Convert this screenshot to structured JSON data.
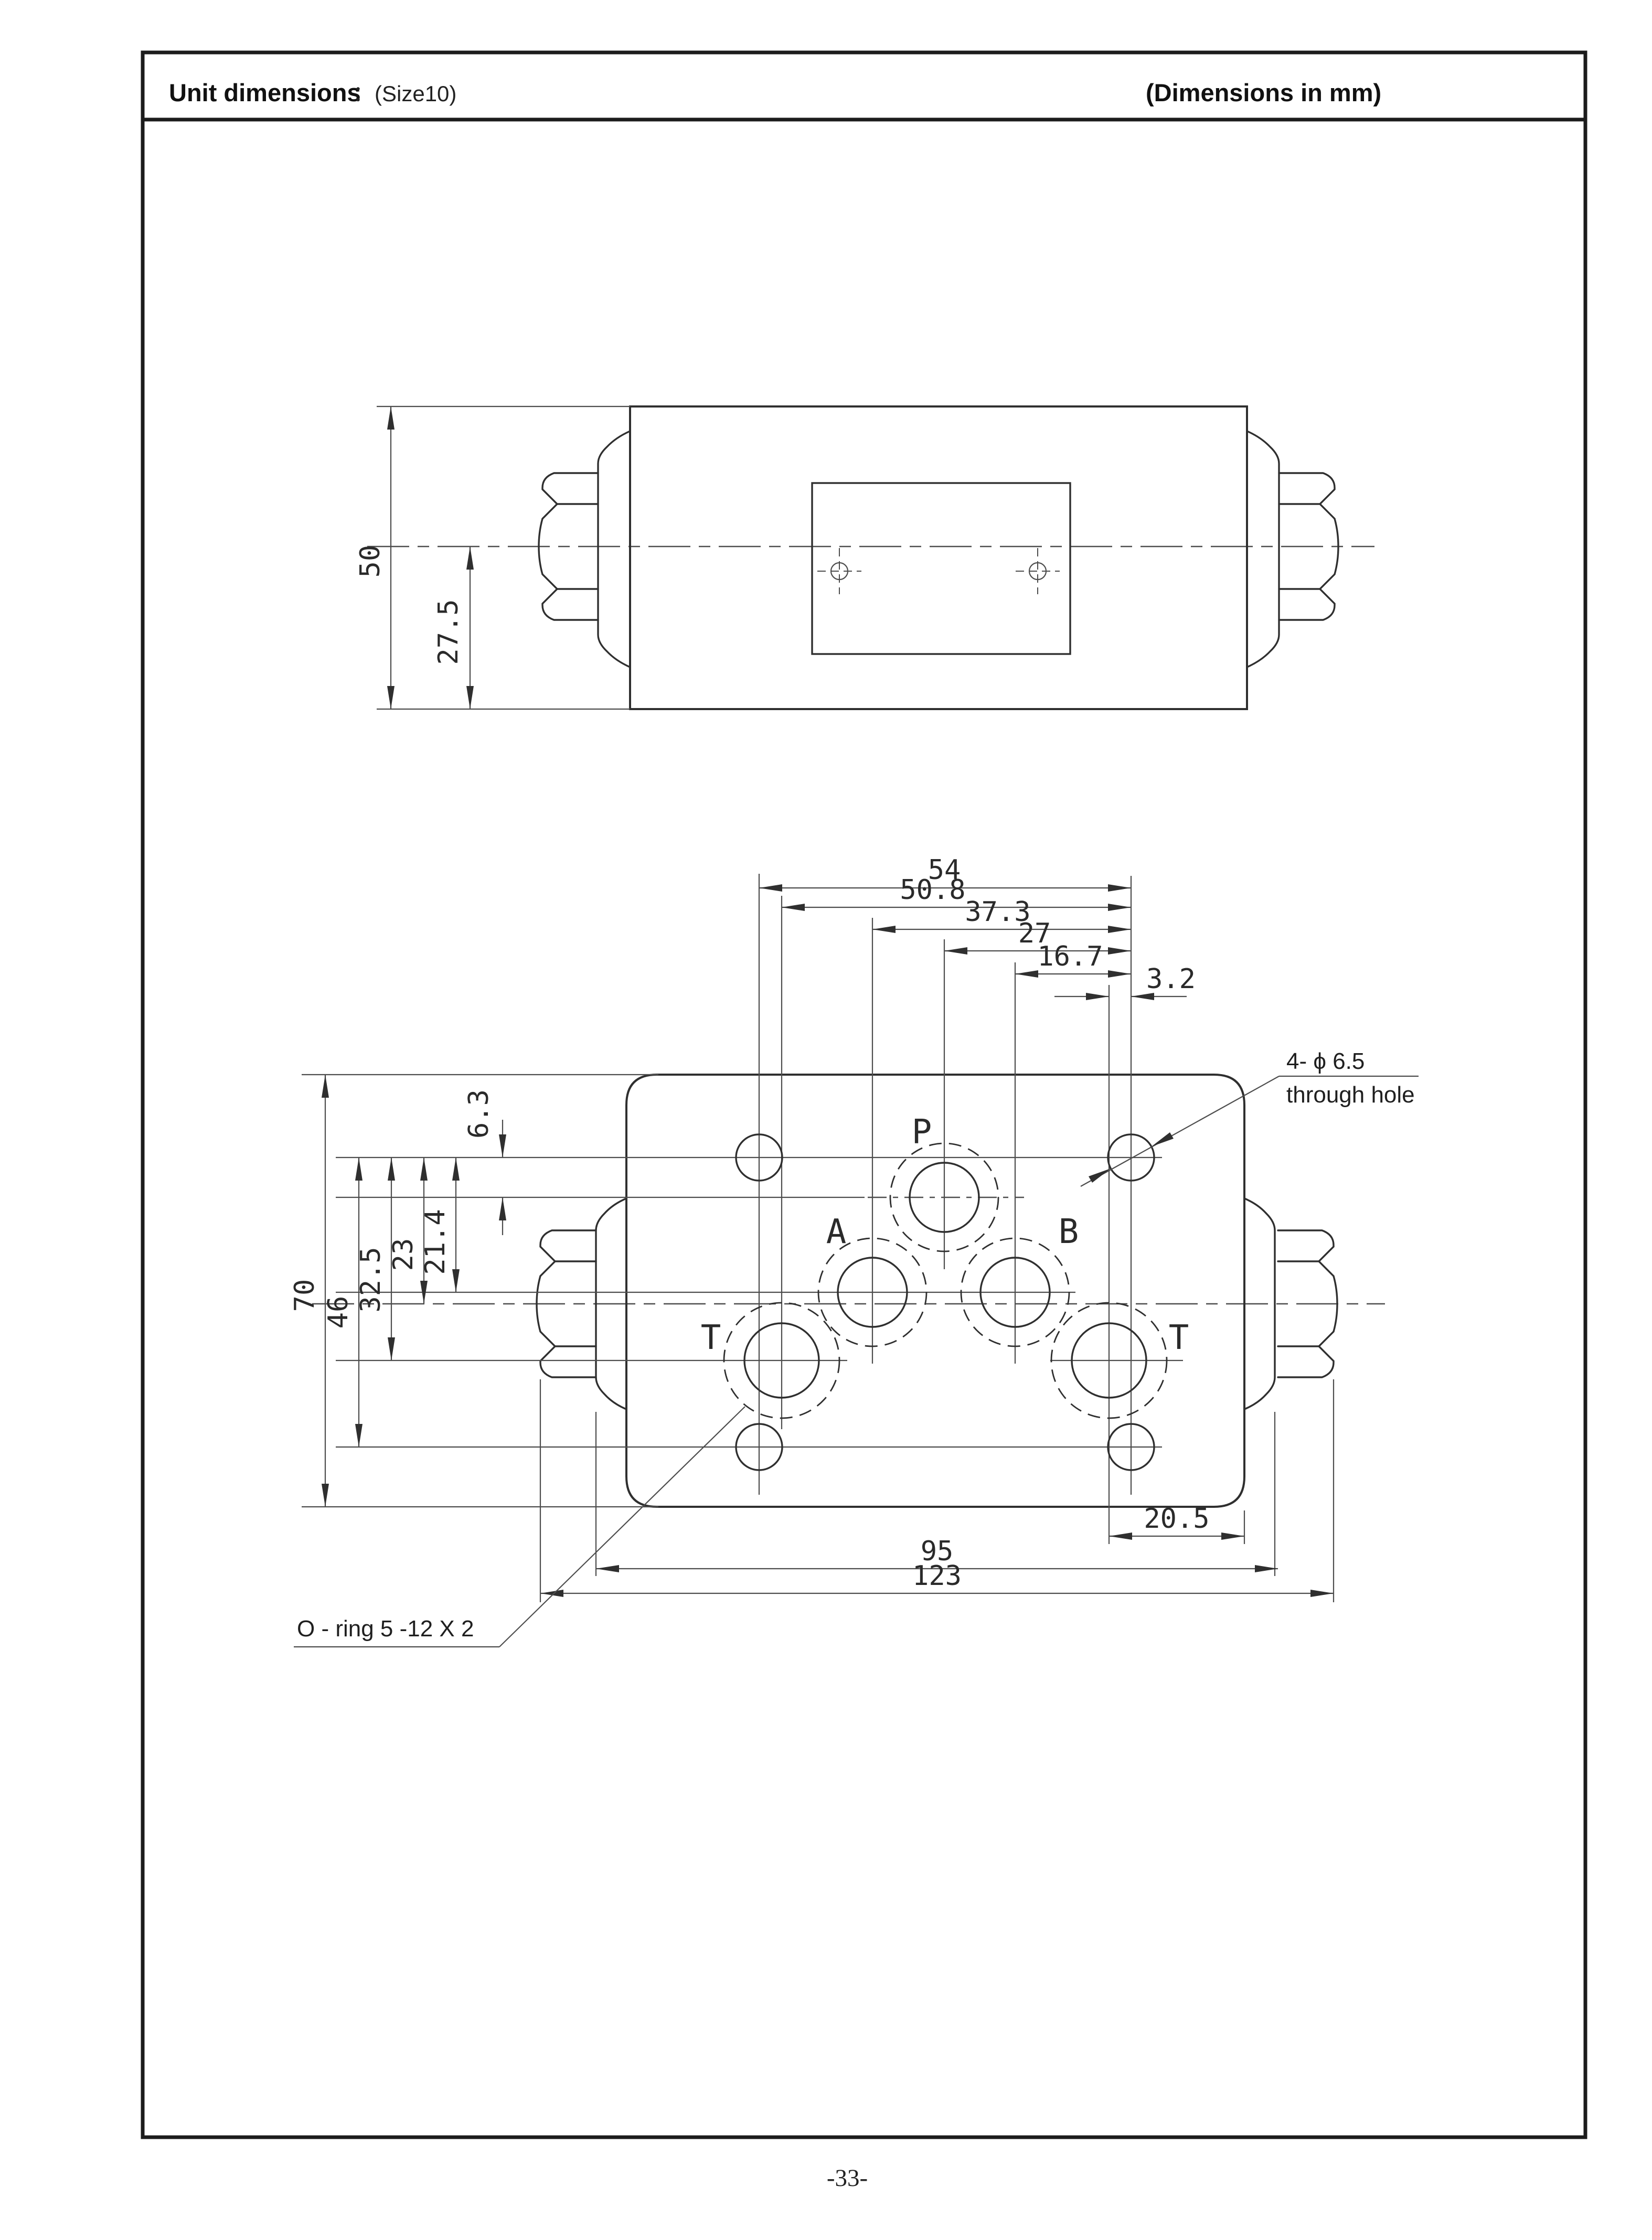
{
  "header": {
    "title": "Unit dimensions",
    "subtitle": "：(Size10)",
    "units_note": "(Dimensions in mm)"
  },
  "footer": {
    "page_number": "-33-"
  },
  "side_view": {
    "dim_height": "50",
    "dim_center_to_bottom": "27.5"
  },
  "port_face_view": {
    "port_labels": {
      "p": "P",
      "a": "A",
      "b": "B",
      "t_left": "T",
      "t_right": "T"
    },
    "dims_top": {
      "d54": "54",
      "d50_8": "50.8",
      "d37_3": "37.3",
      "d27": "27",
      "d16_7": "16.7",
      "d3_2": "3.2"
    },
    "dims_left": {
      "d70": "70",
      "d46": "46",
      "d32_5": "32.5",
      "d23": "23",
      "d21_4": "21.4",
      "d6_3": "6.3"
    },
    "dims_bottom": {
      "d20_5": "20.5",
      "d95": "95",
      "d123": "123"
    },
    "annotations": {
      "hole_note_line1": "4- ϕ 6.5",
      "hole_note_line2": "through hole",
      "oring_note": "O - ring 5 -12 X 2"
    }
  },
  "colors": {
    "line": "#2f2f2f",
    "thin_line": "#4d4d4d",
    "text": "#2a2a2a",
    "background": "#ffffff",
    "border": "#1c1c1c"
  }
}
